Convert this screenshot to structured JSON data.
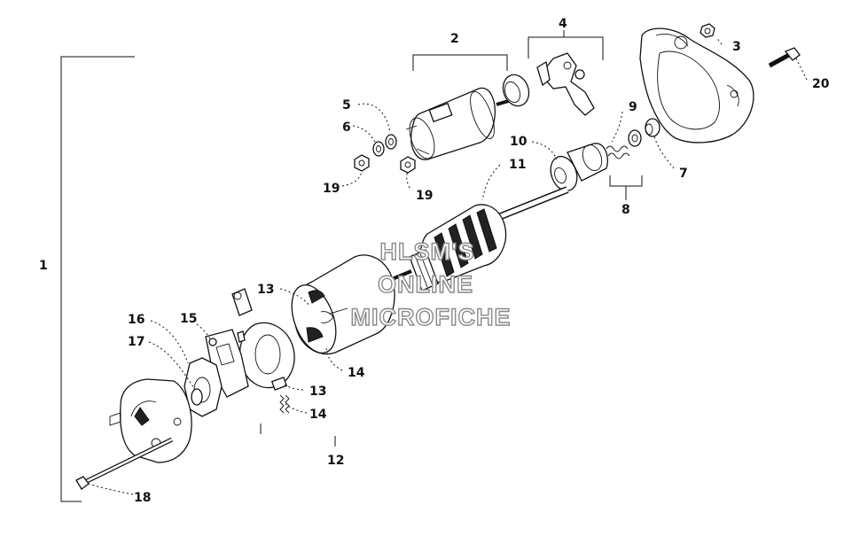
{
  "callouts": {
    "c1": "1",
    "c2": "2",
    "c3": "3",
    "c4": "4",
    "c5": "5",
    "c6": "6",
    "c7": "7",
    "c8": "8",
    "c9": "9",
    "c10": "10",
    "c11": "11",
    "c12": "12",
    "c13a": "13",
    "c13b": "13",
    "c14a": "14",
    "c14b": "14",
    "c15": "15",
    "c16": "16",
    "c17": "17",
    "c18": "18",
    "c19a": "19",
    "c19b": "19",
    "c20": "20"
  },
  "watermark": {
    "line1": "HLSM'S",
    "line2": "ONLINE",
    "line3": "MICROFICHE"
  },
  "colors": {
    "ink": "#111111",
    "watermark_outline": "#8a8a8a",
    "background": "#ffffff"
  }
}
